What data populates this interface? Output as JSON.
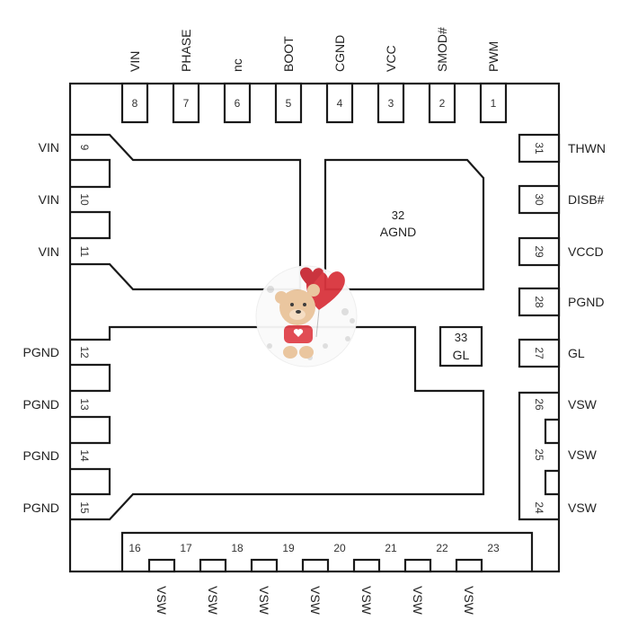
{
  "top_pins": [
    {
      "num": "8",
      "name": "VIN"
    },
    {
      "num": "7",
      "name": "PHASE"
    },
    {
      "num": "6",
      "name": "nc"
    },
    {
      "num": "5",
      "name": "BOOT"
    },
    {
      "num": "4",
      "name": "CGND"
    },
    {
      "num": "3",
      "name": "VCC"
    },
    {
      "num": "2",
      "name": "SMOD#"
    },
    {
      "num": "1",
      "name": "PWM"
    }
  ],
  "left_pins": [
    {
      "num": "9",
      "name": "VIN"
    },
    {
      "num": "10",
      "name": "VIN"
    },
    {
      "num": "11",
      "name": "VIN"
    },
    {
      "num": "12",
      "name": "PGND"
    },
    {
      "num": "13",
      "name": "PGND"
    },
    {
      "num": "14",
      "name": "PGND"
    },
    {
      "num": "15",
      "name": "PGND"
    }
  ],
  "right_pins": [
    {
      "num": "31",
      "name": "THWN"
    },
    {
      "num": "30",
      "name": "DISB#"
    },
    {
      "num": "29",
      "name": "VCCD"
    },
    {
      "num": "28",
      "name": "PGND"
    },
    {
      "num": "27",
      "name": "GL"
    },
    {
      "num": "26",
      "name": "VSW"
    },
    {
      "num": "25",
      "name": "VSW"
    },
    {
      "num": "24",
      "name": "VSW"
    }
  ],
  "bottom_pins": [
    {
      "num": "16",
      "name": "VSW"
    },
    {
      "num": "17",
      "name": "VSW"
    },
    {
      "num": "18",
      "name": "VSW"
    },
    {
      "num": "19",
      "name": "VSW"
    },
    {
      "num": "20",
      "name": "VSW"
    },
    {
      "num": "21",
      "name": "VSW"
    },
    {
      "num": "22",
      "name": "VSW"
    },
    {
      "num": "23"
    }
  ],
  "pads": {
    "agnd": {
      "num": "32",
      "name": "AGND"
    },
    "gl": {
      "num": "33",
      "name": "GL"
    }
  },
  "decoration": {
    "icon": "teddy-bear-with-heart-balloon-icon",
    "colors": {
      "heart": "#d9343d",
      "bear": "#e9c39a"
    }
  }
}
